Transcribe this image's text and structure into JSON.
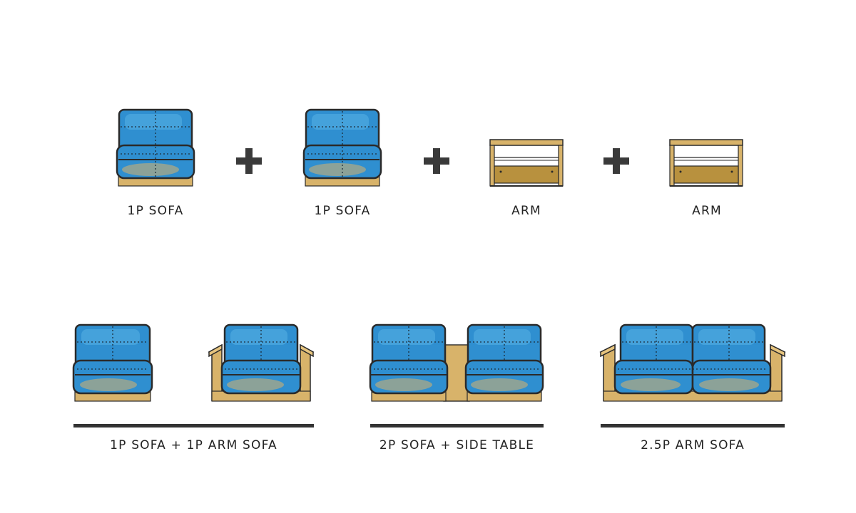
{
  "top_row": [
    {
      "label": "1P SOFA",
      "kind": "sofa-1p"
    },
    {
      "label": "1P SOFA",
      "kind": "sofa-1p"
    },
    {
      "label": "ARM",
      "kind": "arm"
    },
    {
      "label": "ARM",
      "kind": "arm"
    }
  ],
  "bottom_row": [
    {
      "label": "1P SOFA + 1P ARM SOFA"
    },
    {
      "label": "2P SOFA + SIDE TABLE"
    },
    {
      "label": "2.5P ARM SOFA"
    }
  ],
  "colors": {
    "cushion": "#2f8fd0",
    "cushion_light": "#5bb6e6",
    "wood": "#d8b36a",
    "wood_dark": "#a8853c",
    "outline": "#2a2a2a",
    "plus": "#3a3a3a",
    "rule": "#333333"
  }
}
